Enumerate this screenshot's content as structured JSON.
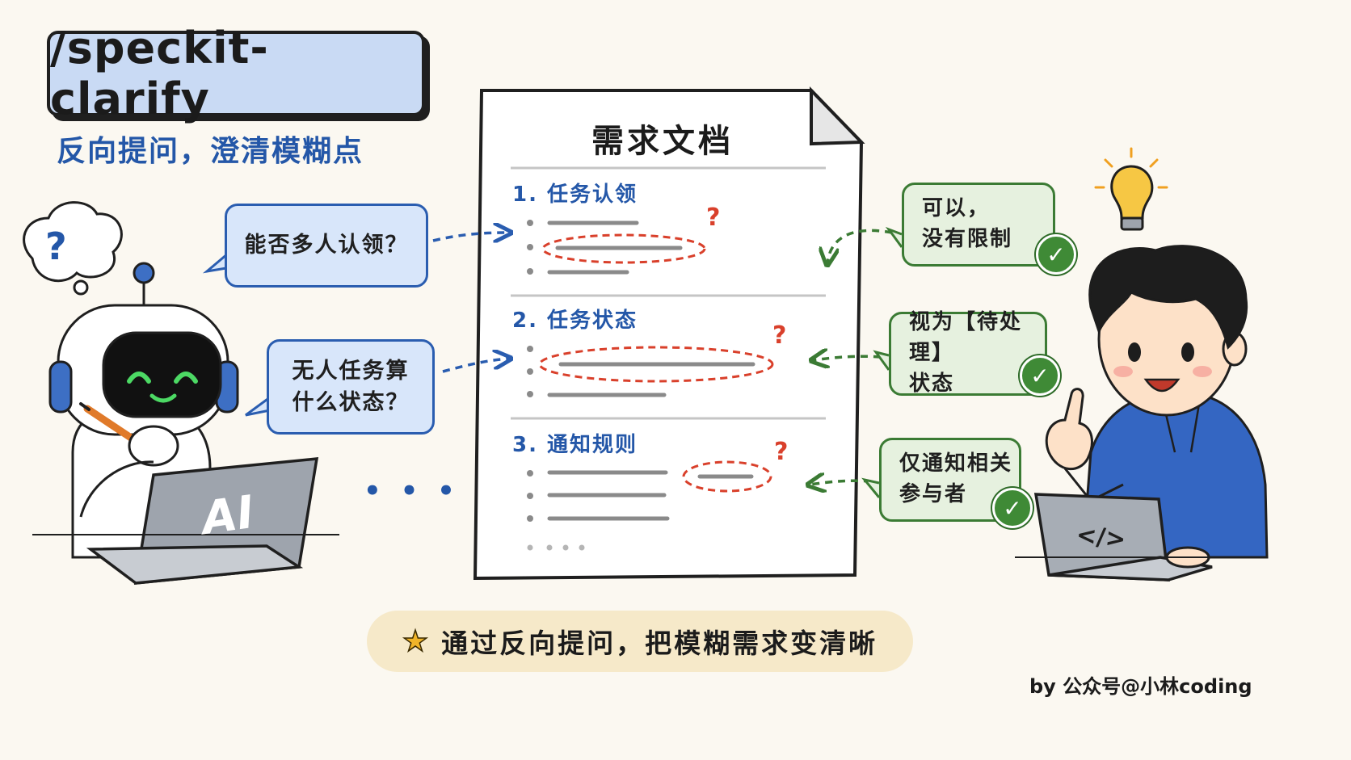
{
  "header": {
    "command": "/speckit-clarify",
    "subtitle": "反向提问，澄清模糊点"
  },
  "robot": {
    "thought_symbol": "?",
    "laptop_label": "AI",
    "questions": [
      "能否多人认领？",
      "无人任务算\n什么状态？"
    ],
    "more": "• • •"
  },
  "document": {
    "title": "需求文档",
    "sections": [
      {
        "label": "1. 任务认领",
        "mark": "?"
      },
      {
        "label": "2. 任务状态",
        "mark": "?"
      },
      {
        "label": "3. 通知规则",
        "mark": "?"
      }
    ]
  },
  "developer": {
    "laptop_label": "</>",
    "answers": [
      "可以，\n没有限制",
      "视为【待处理】\n状态",
      "仅通知相关\n参与者"
    ],
    "check_symbol": "✓"
  },
  "footer": {
    "star": "★",
    "text": "通过反向提问，把模糊需求变清晰",
    "credit": "by 公众号@小林coding"
  },
  "colors": {
    "accent_blue": "#2457a8",
    "answer_green": "#3f8a36",
    "question_red": "#d9402b",
    "footer_bg": "#f6e9c9"
  }
}
